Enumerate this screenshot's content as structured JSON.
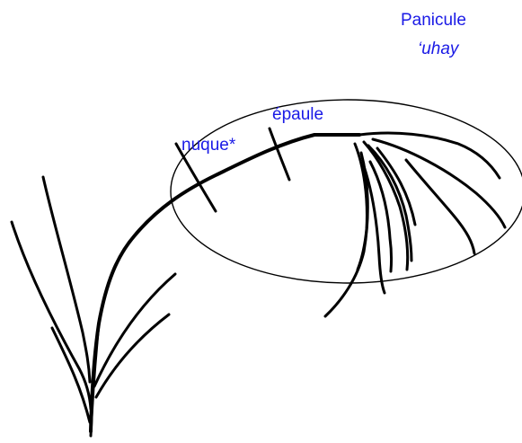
{
  "labels": {
    "panicle_fr": "Panicule",
    "panicle_local": "‘uhay",
    "shoulder": "épaule",
    "neck": "nuque*"
  },
  "colors": {
    "label": "#1a1ae6",
    "stroke": "#000000"
  }
}
